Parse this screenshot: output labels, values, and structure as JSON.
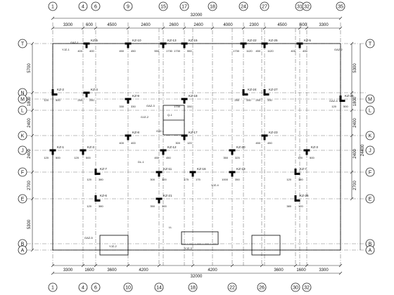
{
  "top_axes": [
    "1",
    "4",
    "6",
    "9",
    "15",
    "17",
    "18",
    "24",
    "27",
    "31",
    "32",
    "35"
  ],
  "bottom_axes": [
    "1",
    "4",
    "6",
    "10",
    "14",
    "18",
    "22",
    "26",
    "30",
    "32"
  ],
  "left_axes": [
    "T",
    "N",
    "M",
    "L",
    "K",
    "J",
    "F",
    "E",
    "B",
    "A"
  ],
  "right_axes": [
    "T",
    "M",
    "L",
    "K",
    "J",
    "F",
    "E",
    "B",
    "A"
  ],
  "top_dims_row1": [
    "3300",
    "600",
    "4500",
    "2400",
    "2600",
    "2400",
    "4000",
    "2300",
    "4500",
    "600",
    "3300"
  ],
  "top_total": "32000",
  "bottom_dims_row1": [
    "3300",
    "1600",
    "3600",
    "4200",
    "4200",
    "3600",
    "1600",
    "3300"
  ],
  "bottom_total": "32000",
  "left_dims": [
    "5700",
    "1800",
    "2400",
    "2400",
    "2700",
    "5300"
  ],
  "right_dims": [
    "5300",
    "1800",
    "2400",
    "2400",
    "2700"
  ],
  "right_total": "24400",
  "columns": [
    {
      "id": "KZ-5",
      "a": "400",
      "b": "400"
    },
    {
      "id": "KZ-10",
      "a": "450",
      "b": "450"
    },
    {
      "id": "KZ-13",
      "a": "550",
      "b": "1730"
    },
    {
      "id": "KZ-15",
      "a": "1730",
      "b": "550"
    },
    {
      "id": "KZ-22",
      "a": "1730",
      "b": "1120"
    },
    {
      "id": "KZ-25",
      "a": "450",
      "b": "1120"
    },
    {
      "id": "KZ-5",
      "a": "400",
      "b": "400"
    },
    {
      "id": "KZ-2",
      "a": "120",
      "b": "500"
    },
    {
      "id": "KZ-4",
      "a": "250",
      "b": "250"
    },
    {
      "id": "KZ-9",
      "a": "330",
      "b": "330"
    },
    {
      "id": "KZ-18",
      "a": "1730",
      "b": "330"
    },
    {
      "id": "KZ-24",
      "a": "250",
      "b": "330"
    },
    {
      "id": "KZ-27",
      "a": "250",
      "b": "330"
    },
    {
      "id": "KZ-28",
      "a": "120",
      "b": "500"
    },
    {
      "id": "KZ-17",
      "a": "300",
      "b": "120"
    },
    {
      "id": "KZ-23",
      "a": "450",
      "b": "450"
    },
    {
      "id": "KZ-8",
      "a": "400",
      "b": "400"
    },
    {
      "id": "KZ-3",
      "a": "120",
      "b": "500"
    },
    {
      "id": "KZ-1",
      "a": "120",
      "b": "500"
    },
    {
      "id": "KZ-12",
      "a": "450",
      "b": "450"
    },
    {
      "id": "KZ-20",
      "a": "350",
      "b": "325"
    },
    {
      "id": "KZ-3",
      "a": "120",
      "b": "500"
    },
    {
      "id": "KZ-7",
      "a": "120",
      "b": "380"
    },
    {
      "id": "KZ-11",
      "a": "300",
      "b": "300"
    },
    {
      "id": "KZ-16",
      "a": "175",
      "b": "175"
    },
    {
      "id": "KZ-19",
      "a": "1000",
      "b": "350"
    },
    {
      "id": "KZ-7",
      "a": "120",
      "b": "380"
    },
    {
      "id": "KZ-6",
      "a": "120",
      "b": "380"
    },
    {
      "id": "KZ-21",
      "a": "350",
      "b": "300"
    },
    {
      "id": "KZ-26",
      "a": "380",
      "b": "120"
    }
  ],
  "wall_labels": [
    "GAZ-1",
    "GAZ-2",
    "GAZ-3",
    "GAZ-4",
    "GAZ-5",
    "GJZ-1",
    "GJZ-2",
    "YJZ-1",
    "YJZ-2",
    "YJZ-3",
    "YJZ-4",
    "Q-1",
    "DL-1",
    "LL"
  ]
}
